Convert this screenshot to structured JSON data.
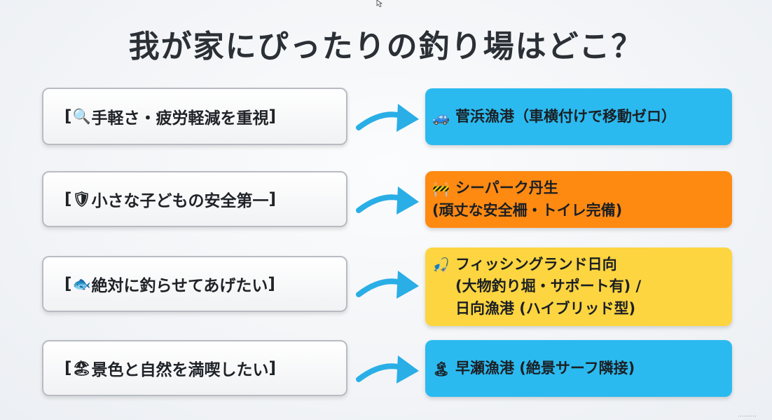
{
  "title": "我が家にぴったりの釣り場はどこ？",
  "colors": {
    "blue": "#2bbaf0",
    "orange": "#ff8a12",
    "yellow": "#fdd540",
    "arrow": "#29aee6"
  },
  "rows": [
    {
      "need": {
        "open": "[",
        "icon": "🔍",
        "text": "手軽さ・疲労軽減を重視",
        "close": "]"
      },
      "spot": {
        "icon": "🚙",
        "color": "blue",
        "lines": [
          "菅浜漁港（車横付けで移動ゼロ）"
        ]
      }
    },
    {
      "need": {
        "open": "[",
        "icon": "🛡",
        "text": "小さな子どもの安全第一",
        "close": "]"
      },
      "spot": {
        "icon": "🚧",
        "color": "orange",
        "lines": [
          "シーパーク丹生",
          "(頑丈な安全柵・トイレ完備)"
        ]
      }
    },
    {
      "need": {
        "open": "[",
        "icon": "🐟",
        "text": "絶対に釣らせてあげたい",
        "close": "]"
      },
      "spot": {
        "icon": "🎣",
        "color": "yellow",
        "lines": [
          "フィッシングランド日向",
          "(大物釣り堀・サポート有) /",
          "日向漁港 (ハイブリッド型)"
        ]
      }
    },
    {
      "need": {
        "open": "[",
        "icon": "🏖",
        "text": "景色と自然を満喫したい",
        "close": "]"
      },
      "spot": {
        "icon": "🏝",
        "color": "blue",
        "lines": [
          "早瀬漁港 (絶景サーフ隣接)"
        ]
      }
    }
  ],
  "footer": "………"
}
